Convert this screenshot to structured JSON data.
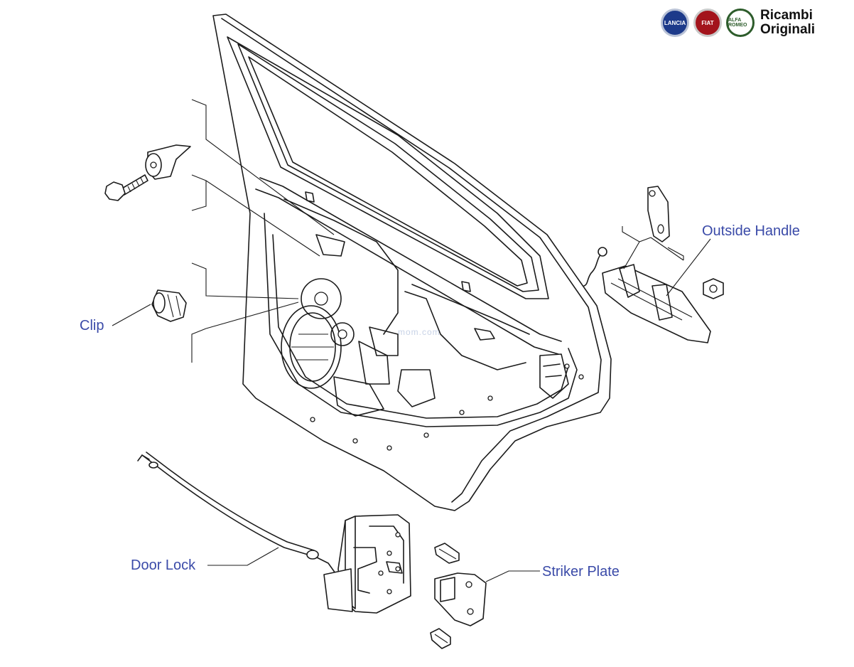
{
  "brand": {
    "logos": [
      "LANCIA",
      "FIAT",
      "ALFA ROMEO"
    ],
    "line1": "Ricambi",
    "line2": "Originali"
  },
  "watermark": "mom.com",
  "labels": {
    "outside_handle": "Outside Handle",
    "clip": "Clip",
    "door_lock": "Door Lock",
    "striker_plate": "Striker Plate"
  }
}
